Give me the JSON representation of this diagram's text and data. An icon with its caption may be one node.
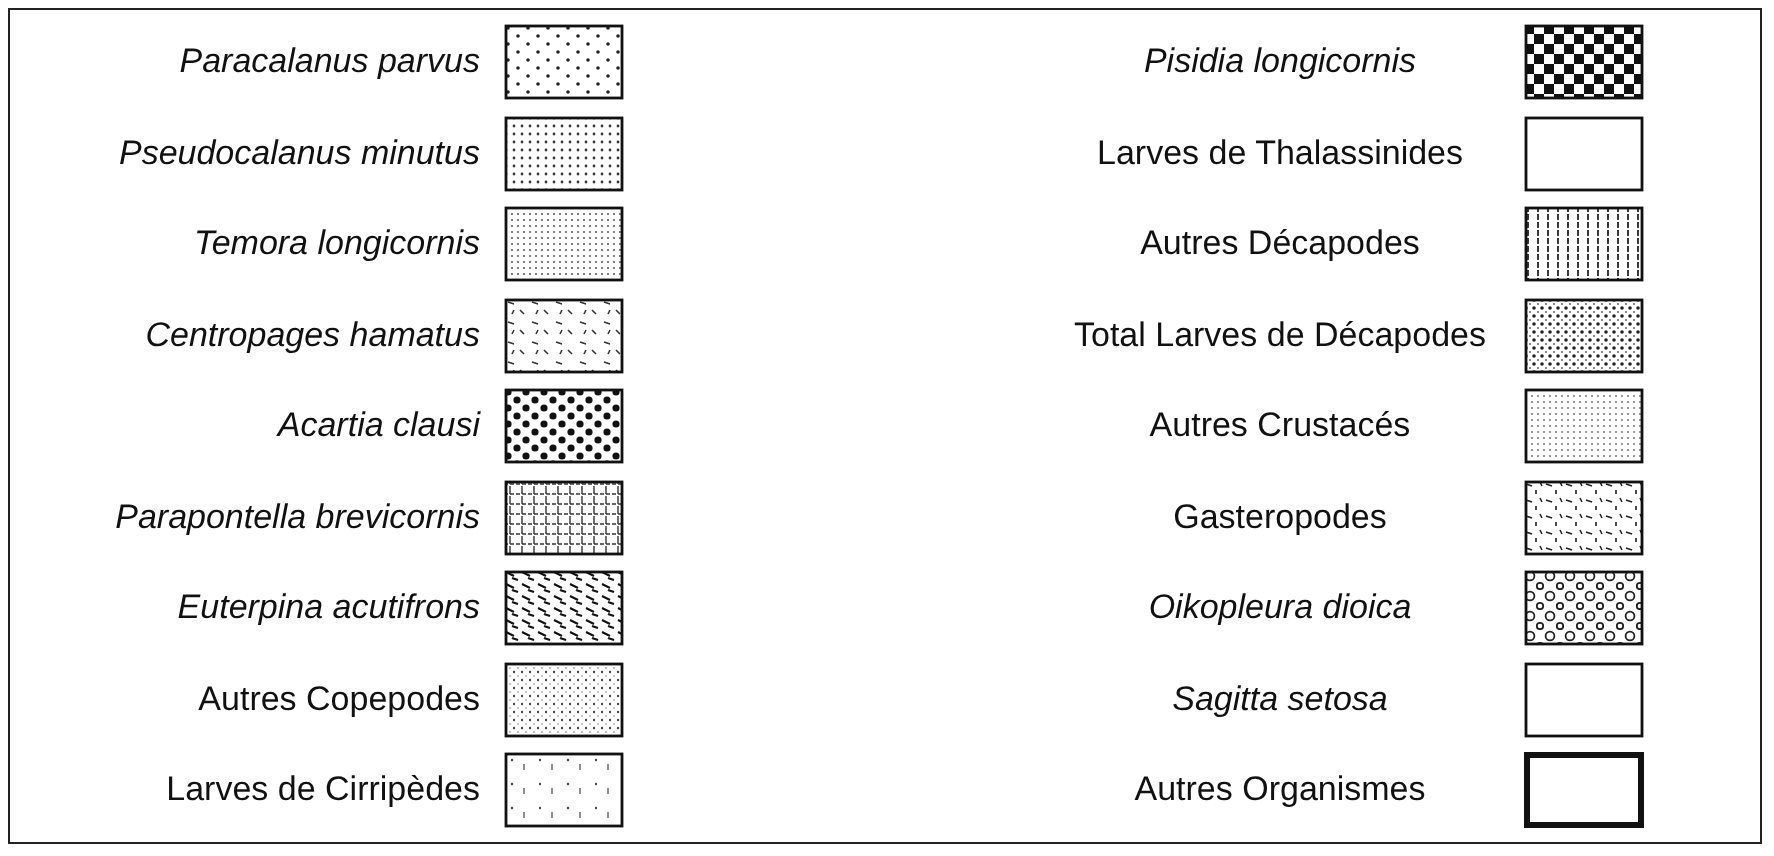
{
  "diagram": {
    "legend": [
      {
        "text": "Paracalanus parvus"
      },
      {
        "text": "Pseudocalanus minutus"
      },
      {
        "text": "Temora longicornis"
      },
      {
        "text": "Centropages hamatus"
      },
      {
        "text": "Acartia clausi"
      },
      {
        "text": "Parapontella brevicornis"
      },
      {
        "text": "Euterpina acutifrons"
      },
      {
        "text": "Autres Copepodes"
      },
      {
        "text": "Larves de Cirripèdes"
      },
      {
        "text": "Pisidia longicornis"
      },
      {
        "text": "Larves de Thalassinides"
      },
      {
        "text": "Autres Décapodes"
      },
      {
        "text": "Total Larves de Décapodes"
      },
      {
        "text": "Autres Crustacés"
      },
      {
        "text": "Gasteropodes"
      },
      {
        "text": "Oikopleura dioica"
      },
      {
        "text": "Sagitta setosa"
      },
      {
        "text": "Autres Organismes"
      }
    ]
  }
}
